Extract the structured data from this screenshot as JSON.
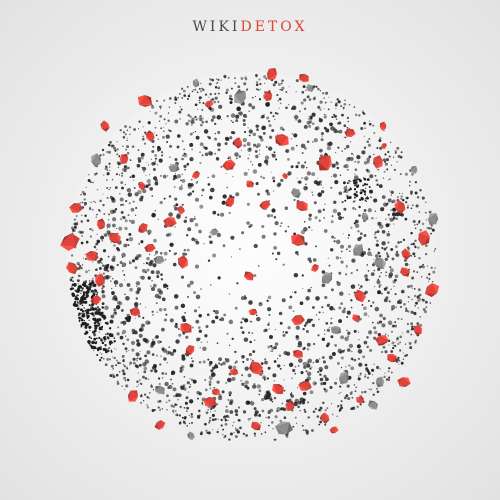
{
  "header": {
    "title_part1": "WIKI",
    "title_part2": "DETOX"
  },
  "colors": {
    "background": "#ededed",
    "title_dark": "#4a4a4a",
    "title_accent": "#d9453a",
    "particle": "#1e1e1e",
    "toxic_polyhedron": "#e0433a",
    "neutral_polyhedron": "#8d8d8d"
  },
  "visualization": {
    "shape": "sphere",
    "particle_style": "black dots",
    "highlight_style": "red and grey polyhedra"
  }
}
